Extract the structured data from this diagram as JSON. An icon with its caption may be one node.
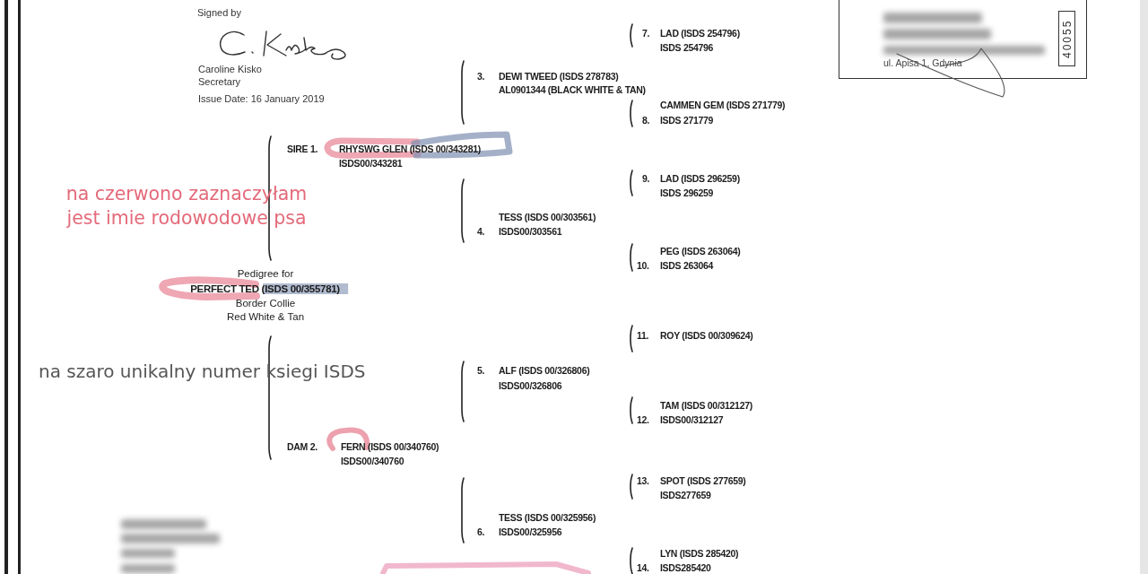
{
  "diagram": {
    "labels": [
      "Signed by",
      "Caroline Kisko",
      "Secretary",
      "Issue Date: 16 January 2019",
      "ul. Apisa 1, Gdynia",
      "40055",
      "7.",
      "LAD (ISDS 254796)",
      "ISDS 254796",
      "3.",
      "DEWI TWEED (ISDS 278783)",
      "AL0901344 (BLACK WHITE & TAN)",
      "CAMMEN GEM (ISDS 271779)",
      "8.",
      "ISDS 271779",
      "SIRE 1.",
      "RHYSWG GLEN (ISDS 00/343281)",
      "ISDS00/343281",
      "9.",
      "LAD (ISDS 296259)",
      "ISDS 296259",
      "na czerwono zaznaczyłam jest imie rodowodowe psa",
      "TESS (ISDS 00/303561)",
      "4.",
      "ISDS00/303561",
      "PEG (ISDS 263064)",
      "10.",
      "ISDS 263064",
      "Pedigree for",
      "PERFECT TED (ISDS 00/355781)",
      "Border Collie",
      "Red White & Tan",
      "11.",
      "ROY (ISDS 00/309624)",
      "na szaro unikalny numer ksiegi ISDS",
      "5.",
      "ALF (ISDS 00/326806)",
      "ISDS00/326806",
      "TAM (ISDS 00/312127)",
      "12.",
      "ISDS00/312127",
      "DAM 2.",
      "FERN (ISDS 00/340760)",
      "ISDS00/340760",
      "13.",
      "SPOT (ISDS 277659)",
      "ISDS277659",
      "TESS (ISDS 00/325956)",
      "6.",
      "ISDS00/325956",
      "LYN (ISDS 285420)",
      "14.",
      "ISDS285420"
    ]
  }
}
